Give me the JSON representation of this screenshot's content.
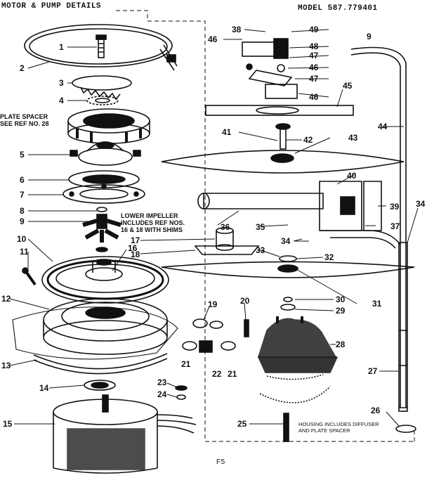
{
  "header": {
    "title": "MOTOR & PUMP DETAILS",
    "model": "MODEL 587.779401"
  },
  "footer": {
    "page_ref": "F5"
  },
  "notes": {
    "plate_spacer": [
      "PLATE SPACER",
      "SEE REF NO. 28"
    ],
    "lower_impeller": [
      "LOWER IMPELLER",
      "INCLUDES REF NOS.",
      "16 & 18 WITH SHIMS"
    ],
    "housing": [
      "HOUSING INCLUDES DIFFUSER",
      "AND PLATE SPACER"
    ]
  },
  "callouts": [
    "1",
    "2",
    "3",
    "4",
    "5",
    "6",
    "7",
    "8",
    "9",
    "10",
    "11",
    "12",
    "13",
    "14",
    "15",
    "16",
    "17",
    "18",
    "19",
    "20",
    "21",
    "21",
    "22",
    "23",
    "24",
    "25",
    "26",
    "27",
    "28",
    "29",
    "30",
    "31",
    "32",
    "33",
    "34",
    "34",
    "35",
    "36",
    "37",
    "38",
    "39",
    "40",
    "41",
    "42",
    "43",
    "44",
    "45",
    "46",
    "46",
    "46",
    "47",
    "47",
    "47",
    "48",
    "49",
    "9"
  ],
  "colors": {
    "ink": "#111111",
    "paper": "#ffffff"
  }
}
